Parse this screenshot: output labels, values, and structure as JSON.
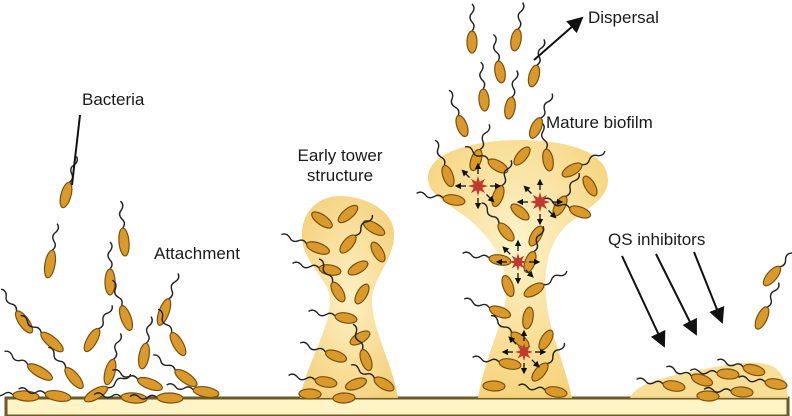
{
  "labels": {
    "bacteria": "Bacteria",
    "attachment": "Attachment",
    "early_tower_line1": "Early tower",
    "early_tower_line2": "structure",
    "mature_biofilm": "Mature biofilm",
    "dispersal": "Dispersal",
    "qs_inhibitors": "QS inhibitors"
  },
  "stages": [
    "attachment",
    "early-tower-structure",
    "mature-biofilm",
    "dispersal",
    "qs-inhibition"
  ],
  "colors": {
    "bacterium_fill": "#d99a2b",
    "bacterium_stroke": "#7a4f0e",
    "matrix_fill": "#f8d98a",
    "matrix_core": "#fbe7a8",
    "surface_fill": "#fff3c4",
    "surface_stroke": "#6b5a2a",
    "signal_star": "#c0392b",
    "arrow": "#111111"
  }
}
